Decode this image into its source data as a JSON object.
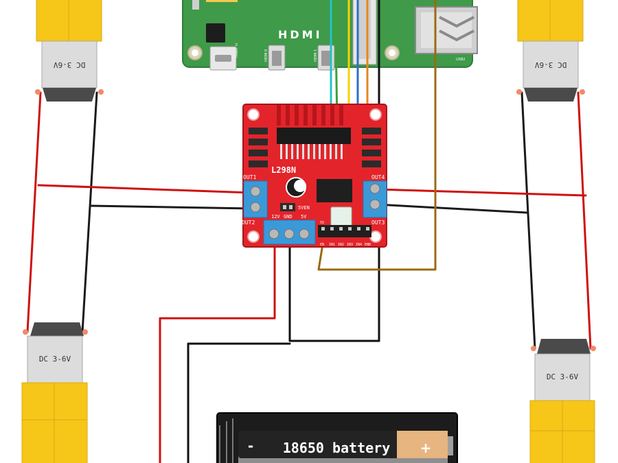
{
  "pi": {
    "hdmi_label": "HDMI",
    "power_label": "Power in",
    "hdmi0_label": "HDMI 0",
    "hdmi1_label": "HDMI 1",
    "usb_label": "USB2"
  },
  "driver": {
    "name": "L298N",
    "out1": "OUT1",
    "out2": "OUT2",
    "out3": "OUT3",
    "out4": "OUT4",
    "sven": "5VEN",
    "v12": "12V",
    "gnd": "GND",
    "v5": "5V",
    "header_5v": "5V",
    "pins": [
      "EN",
      "IN1",
      "IN2",
      "IN3",
      "IN4",
      "ENB"
    ]
  },
  "motors": {
    "top_left": "DC 3-6V",
    "top_right": "DC 3-6V",
    "bottom_left": "DC 3-6V",
    "bottom_right": "DC 3-6V"
  },
  "battery": {
    "minus": "-",
    "label": "18650 battery",
    "plus": "+"
  },
  "colors": {
    "pi_green": "#3f9a4a",
    "driver_red": "#e3242b",
    "terminal_blue": "#3a9ad9",
    "motor_yellow": "#f6c619",
    "wire_red": "#d01010",
    "wire_black": "#111111",
    "wire_brown": "#9a6a12"
  }
}
